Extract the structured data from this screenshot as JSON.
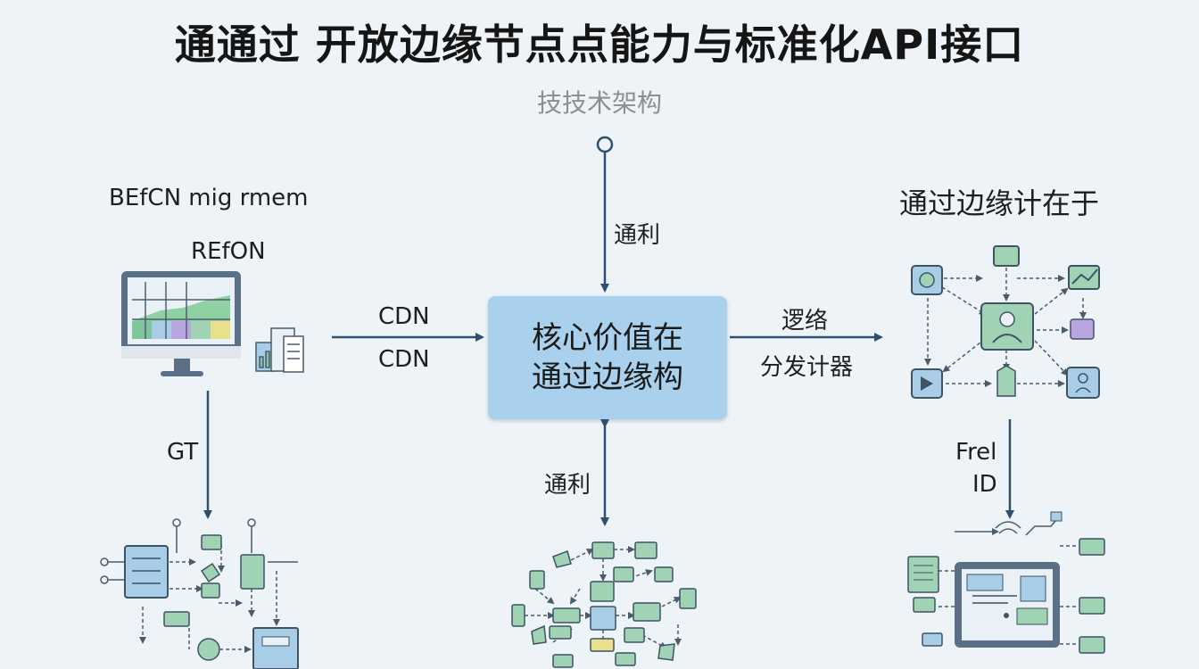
{
  "title": "通通过 开放边缘节点点能力与标准化API接口",
  "subtitle": "技技术架构",
  "left_heading": "BEfCN mig rmem",
  "left_sublabel": "REfON",
  "right_heading": "通过边缘计在于",
  "core": {
    "line1": "核心价值在",
    "line2": "通过边缘构"
  },
  "arrows": {
    "top_label": "通利",
    "bottom_label": "通利",
    "left_in_label_1": "CDN",
    "left_in_label_2": "CDN",
    "right_out_label_1": "逻络",
    "right_out_label_2": "分发计器",
    "left_down_label": "GT",
    "right_down_label_1": "Frel",
    "right_down_label_2": "ID"
  },
  "colors": {
    "arrow": "#2f4f6e",
    "core_fill": "#a9d1ee",
    "node_green": "#9fd3b3",
    "node_blue": "#a8cde6",
    "node_purple": "#b9a6e0",
    "node_yellow": "#e8e08a",
    "monitor_frame": "#5b6f86"
  }
}
